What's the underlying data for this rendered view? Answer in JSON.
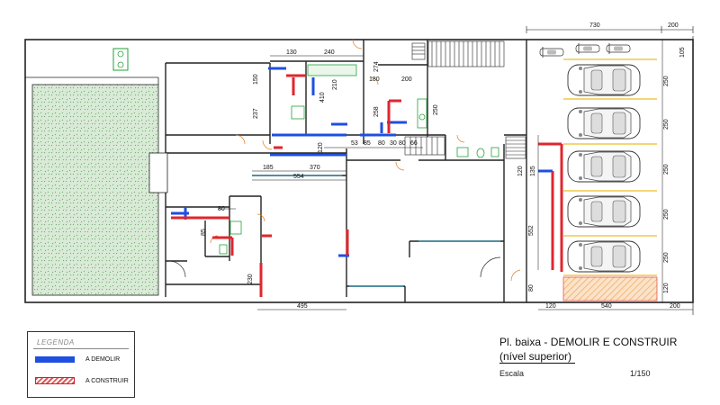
{
  "legend": {
    "title": "LEGENDA",
    "items": [
      {
        "label": "A DEMOLIR",
        "color": "#1e4fe0"
      },
      {
        "label": "A CONSTRUIR",
        "color": "#e05a5a"
      }
    ]
  },
  "title_block": {
    "title": "Pl. baixa - DEMOLIR E CONSTRUIR",
    "subtitle": "(nível superior)",
    "scale_label": "Escala",
    "scale_value": "1/150"
  },
  "dimensions": {
    "top_730": "730",
    "top_200": "200",
    "d130": "130",
    "d240": "240",
    "d274": "274",
    "d180": "180",
    "d200b": "200",
    "d105": "105",
    "d150": "150",
    "d410": "410",
    "d210": "210",
    "d237": "237",
    "d258": "258",
    "d250a": "250",
    "d120a": "120",
    "d53": "53",
    "d85a": "85",
    "d80a": "80",
    "d30": "30",
    "d80b": "80",
    "d66": "66",
    "d185": "185",
    "d370": "370",
    "d554": "554",
    "d80c": "80",
    "d85b": "85",
    "d230": "230",
    "d495": "495",
    "d120b": "120",
    "d135": "135",
    "d552": "552",
    "d80d": "80",
    "d120c": "120",
    "d540": "540",
    "d200c": "200",
    "r250a": "250",
    "r250b": "250",
    "r250c": "250",
    "r250d": "250",
    "r250e": "250",
    "r120": "120"
  },
  "colors": {
    "wall": "#222222",
    "demolir": "#1e4fe0",
    "construir": "#e0262e",
    "garden": "#cfe3cc",
    "fixture": "#23a23a",
    "parking_yellow": "#f1c84a",
    "hatch": "#f3c39a",
    "door": "#e07a1e",
    "teal": "#3a8da8"
  },
  "icons": [
    "car-icon",
    "motorcycle-icon",
    "sink-icon",
    "toilet-icon",
    "stairs-icon"
  ]
}
